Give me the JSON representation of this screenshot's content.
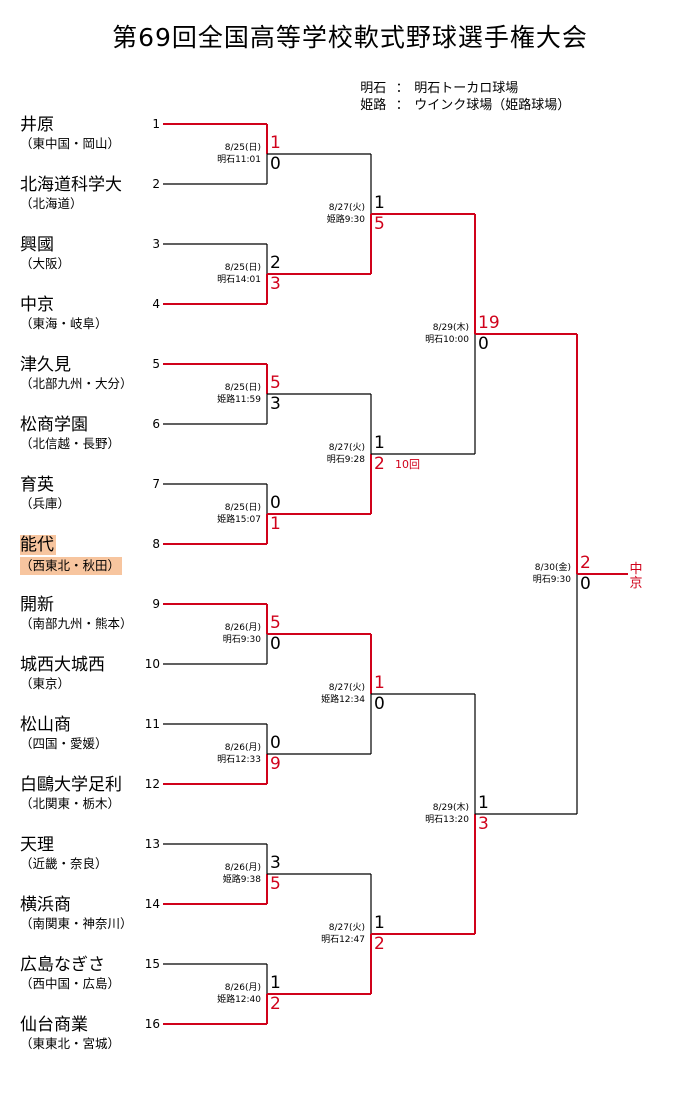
{
  "title": "第69回全国高等学校軟式野球選手権大会",
  "venues": [
    {
      "short": "明石",
      "sep": "：",
      "full": "明石トーカロ球場"
    },
    {
      "short": "姫路",
      "sep": "：",
      "full": "ウインク球場（姫路球場）"
    }
  ],
  "colors": {
    "winner_line": "#d0021b",
    "normal_line": "#000000",
    "highlight": "#f7c59f"
  },
  "teams": [
    {
      "seed": "1",
      "name": "井原",
      "pref": "（東中国・岡山）"
    },
    {
      "seed": "2",
      "name": "北海道科学大",
      "pref": "（北海道）"
    },
    {
      "seed": "3",
      "name": "興國",
      "pref": "（大阪）"
    },
    {
      "seed": "4",
      "name": "中京",
      "pref": "（東海・岐阜）"
    },
    {
      "seed": "5",
      "name": "津久見",
      "pref": "（北部九州・大分）"
    },
    {
      "seed": "6",
      "name": "松商学園",
      "pref": "（北信越・長野）"
    },
    {
      "seed": "7",
      "name": "育英",
      "pref": "（兵庫）"
    },
    {
      "seed": "8",
      "name": "能代",
      "pref": "（西東北・秋田）",
      "highlight": true
    },
    {
      "seed": "9",
      "name": "開新",
      "pref": "（南部九州・熊本）"
    },
    {
      "seed": "10",
      "name": "城西大城西",
      "pref": "（東京）"
    },
    {
      "seed": "11",
      "name": "松山商",
      "pref": "（四国・愛媛）"
    },
    {
      "seed": "12",
      "name": "白鷗大学足利",
      "pref": "（北関東・栃木）"
    },
    {
      "seed": "13",
      "name": "天理",
      "pref": "（近畿・奈良）"
    },
    {
      "seed": "14",
      "name": "横浜商",
      "pref": "（南関東・神奈川）"
    },
    {
      "seed": "15",
      "name": "広島なぎさ",
      "pref": "（西中国・広島）"
    },
    {
      "seed": "16",
      "name": "仙台商業",
      "pref": "（東東北・宮城）"
    }
  ],
  "round1": [
    {
      "date": "8/25(日)",
      "venue_time": "明石11:01",
      "top_score": "1",
      "bottom_score": "0",
      "winner": "top"
    },
    {
      "date": "8/25(日)",
      "venue_time": "明石14:01",
      "top_score": "2",
      "bottom_score": "3",
      "winner": "bottom"
    },
    {
      "date": "8/25(日)",
      "venue_time": "姫路11:59",
      "top_score": "5",
      "bottom_score": "3",
      "winner": "top"
    },
    {
      "date": "8/25(日)",
      "venue_time": "姫路15:07",
      "top_score": "0",
      "bottom_score": "1",
      "winner": "bottom"
    },
    {
      "date": "8/26(月)",
      "venue_time": "明石9:30",
      "top_score": "5",
      "bottom_score": "0",
      "winner": "top"
    },
    {
      "date": "8/26(月)",
      "venue_time": "明石12:33",
      "top_score": "0",
      "bottom_score": "9",
      "winner": "bottom"
    },
    {
      "date": "8/26(月)",
      "venue_time": "姫路9:38",
      "top_score": "3",
      "bottom_score": "5",
      "winner": "bottom"
    },
    {
      "date": "8/26(月)",
      "venue_time": "姫路12:40",
      "top_score": "1",
      "bottom_score": "2",
      "winner": "bottom"
    }
  ],
  "round2": [
    {
      "date": "8/27(火)",
      "venue_time": "姫路9:30",
      "top_score": "1",
      "bottom_score": "5",
      "winner": "bottom"
    },
    {
      "date": "8/27(火)",
      "venue_time": "明石9:28",
      "top_score": "1",
      "bottom_score": "2",
      "winner": "bottom",
      "note": "10回"
    },
    {
      "date": "8/27(火)",
      "venue_time": "姫路12:34",
      "top_score": "1",
      "bottom_score": "0",
      "winner": "top"
    },
    {
      "date": "8/27(火)",
      "venue_time": "明石12:47",
      "top_score": "1",
      "bottom_score": "2",
      "winner": "bottom"
    }
  ],
  "semifinal": [
    {
      "date": "8/29(木)",
      "venue_time": "明石10:00",
      "top_score": "19",
      "bottom_score": "0",
      "winner": "top"
    },
    {
      "date": "8/29(木)",
      "venue_time": "明石13:20",
      "top_score": "1",
      "bottom_score": "3",
      "winner": "bottom"
    }
  ],
  "final": {
    "date": "8/30(金)",
    "venue_time": "明石9:30",
    "top_score": "2",
    "bottom_score": "0",
    "winner": "top"
  },
  "champion": "中京"
}
